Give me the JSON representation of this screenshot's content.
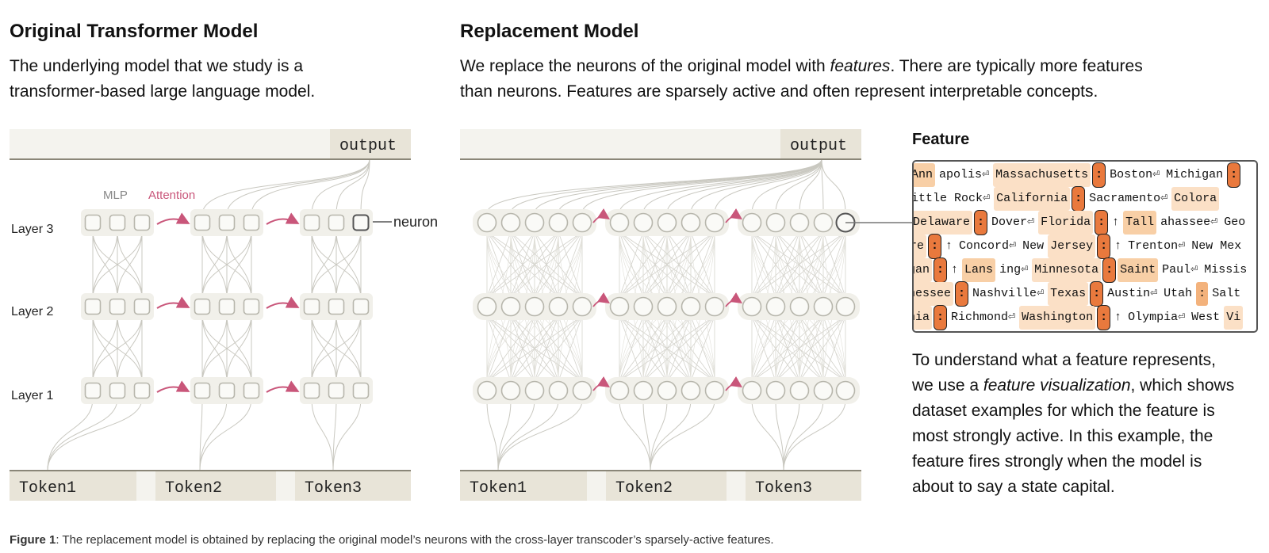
{
  "left": {
    "title": "Original Transformer Model",
    "desc_line1": "The underlying model that we study is a",
    "desc_line2": "transformer-based large language model.",
    "output_label": "output",
    "mlp_label": "MLP",
    "attention_label": "Attention",
    "neuron_label": "neuron",
    "layers": [
      "Layer 3",
      "Layer 2",
      "Layer 1"
    ],
    "tokens": [
      "Token1",
      "Token2",
      "Token3"
    ]
  },
  "right": {
    "title": "Replacement Model",
    "desc_line1_a": "We replace the neurons of the original model with ",
    "desc_line1_em": "features",
    "desc_line1_b": ". There are typically more features",
    "desc_line2": "than neurons. Features are sparsely active and often represent interpretable concepts.",
    "output_label": "output",
    "tokens": [
      "Token1",
      "Token2",
      "Token3"
    ]
  },
  "feature": {
    "title": "Feature",
    "rows": [
      [
        {
          "t": "Ann",
          "h": "h2"
        },
        {
          "t": "apolis⏎",
          "h": ""
        },
        {
          "t": "Massachusetts",
          "h": "h1"
        },
        {
          "t": ":",
          "h": "hot"
        },
        {
          "t": "Boston⏎",
          "h": ""
        },
        {
          "t": "Michigan",
          "h": ""
        },
        {
          "t": ":",
          "h": "hot"
        }
      ],
      [
        {
          "t": "",
          "h": "h3"
        },
        {
          "t": "Little Rock⏎",
          "h": ""
        },
        {
          "t": "California",
          "h": "h1"
        },
        {
          "t": ":",
          "h": "hot"
        },
        {
          "t": "Sacramento⏎",
          "h": ""
        },
        {
          "t": "Colora",
          "h": "h1"
        }
      ],
      [
        {
          "t": "Delaware",
          "h": "h1"
        },
        {
          "t": ":",
          "h": "hot"
        },
        {
          "t": "Dover⏎",
          "h": ""
        },
        {
          "t": "Florida",
          "h": "h1"
        },
        {
          "t": ":",
          "h": "hot"
        },
        {
          "t": "↑",
          "h": ""
        },
        {
          "t": "Tall",
          "h": "h2"
        },
        {
          "t": "ahassee⏎",
          "h": ""
        },
        {
          "t": "Geo",
          "h": ""
        }
      ],
      [
        {
          "t": "re",
          "h": "h1"
        },
        {
          "t": ":",
          "h": "hot"
        },
        {
          "t": "↑",
          "h": ""
        },
        {
          "t": "Concord⏎",
          "h": ""
        },
        {
          "t": "New",
          "h": ""
        },
        {
          "t": "Jersey",
          "h": "h1"
        },
        {
          "t": ":",
          "h": "hot"
        },
        {
          "t": "↑",
          "h": ""
        },
        {
          "t": "Trenton⏎",
          "h": ""
        },
        {
          "t": "New Mex",
          "h": ""
        }
      ],
      [
        {
          "t": "gan",
          "h": "h1"
        },
        {
          "t": ":",
          "h": "hot"
        },
        {
          "t": "↑",
          "h": ""
        },
        {
          "t": "Lans",
          "h": "h2"
        },
        {
          "t": "ing⏎",
          "h": ""
        },
        {
          "t": "Minnesota",
          "h": "h1"
        },
        {
          "t": ":",
          "h": "hot"
        },
        {
          "t": "Saint",
          "h": "h2"
        },
        {
          "t": "Paul⏎",
          "h": ""
        },
        {
          "t": "Missis",
          "h": ""
        }
      ],
      [
        {
          "t": "nessee",
          "h": "h1"
        },
        {
          "t": ":",
          "h": "hot"
        },
        {
          "t": "Nashville⏎",
          "h": ""
        },
        {
          "t": "Texas",
          "h": "h1"
        },
        {
          "t": ":",
          "h": "hot"
        },
        {
          "t": "Austin⏎",
          "h": ""
        },
        {
          "t": "Utah",
          "h": ""
        },
        {
          "t": ":",
          "h": "h3"
        },
        {
          "t": "Salt",
          "h": ""
        }
      ],
      [
        {
          "t": "nia",
          "h": "h1"
        },
        {
          "t": ":",
          "h": "hot"
        },
        {
          "t": "Richmond⏎",
          "h": ""
        },
        {
          "t": "Washington",
          "h": "h1"
        },
        {
          "t": ":",
          "h": "hot"
        },
        {
          "t": "↑",
          "h": ""
        },
        {
          "t": "Olympia⏎",
          "h": ""
        },
        {
          "t": "West",
          "h": ""
        },
        {
          "t": "Vi",
          "h": "h1"
        }
      ]
    ],
    "explain_lines": [
      "To understand what a feature represents,",
      "we use a ",
      "dataset examples for which the feature is",
      "most strongly active. In this example, the",
      "feature fires strongly when the model is",
      "about to say a state capital."
    ],
    "explain_em": "feature visualization",
    "explain_line2_tail": ", which shows"
  },
  "caption": {
    "label": "Figure 1",
    "text": ": The replacement model is obtained by replacing the original model’s neurons with the cross-layer transcoder’s sparsely-active features."
  },
  "colors": {
    "attention": "#c9567a",
    "node_stroke": "#b7b6ac",
    "token_bg": "#e8e4d8",
    "hot": "#e9793d"
  }
}
